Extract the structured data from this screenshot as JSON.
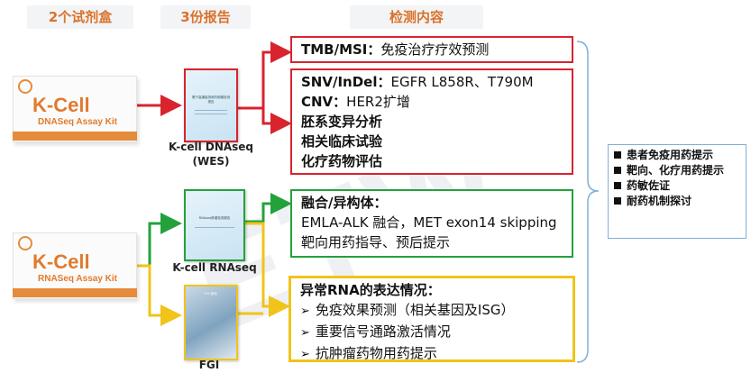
{
  "headers": {
    "kits": "2个试剂盒",
    "reports": "3份报告",
    "content": "检测内容"
  },
  "kits": [
    {
      "name": "K-Cell",
      "subtitle": "DNASeq Assay Kit"
    },
    {
      "name": "K-Cell",
      "subtitle": "RNASeq Assay Kit"
    }
  ],
  "reports": [
    {
      "label": "K-cell DNAseq",
      "sublabel": "(WES)",
      "title": "基于高通量测序的肿瘤检测报告"
    },
    {
      "label": "K-cell RNAseq",
      "title": "RNAseq肿瘤检测报告"
    },
    {
      "label": "FGI",
      "title": "FGI 报告"
    }
  ],
  "boxes": {
    "tmb": {
      "bold": "TMB/MSI：",
      "rest": "免疫治疗疗效预测"
    },
    "snv": {
      "line1_bold": "SNV/InDel：",
      "line1_rest": "EGFR L858R、T790M",
      "line2_bold": "CNV：",
      "line2_rest": "HER2扩增",
      "line3": "胚系变异分析",
      "line4": "相关临床试验",
      "line5": "化疗药物评估"
    },
    "fusion": {
      "title": "融合/异构体：",
      "line1": "EMLA-ALK 融合，MET exon14 skipping",
      "line2": "靶向用药指导、预后提示"
    },
    "rna": {
      "title": "异常RNA的表达情况：",
      "items": [
        "免疫效果预测（相关基因及ISG）",
        "重要信号通路激活情况",
        "抗肿瘤药物用药提示"
      ]
    }
  },
  "summary": {
    "items": [
      "患者免疫用药提示",
      "靶向、化疗用药提示",
      "药敏佐证",
      "耐药机制探讨"
    ]
  },
  "colors": {
    "red": "#d9232d",
    "green": "#23a23c",
    "yellow": "#f0c419",
    "header_text": "#d9732b"
  }
}
